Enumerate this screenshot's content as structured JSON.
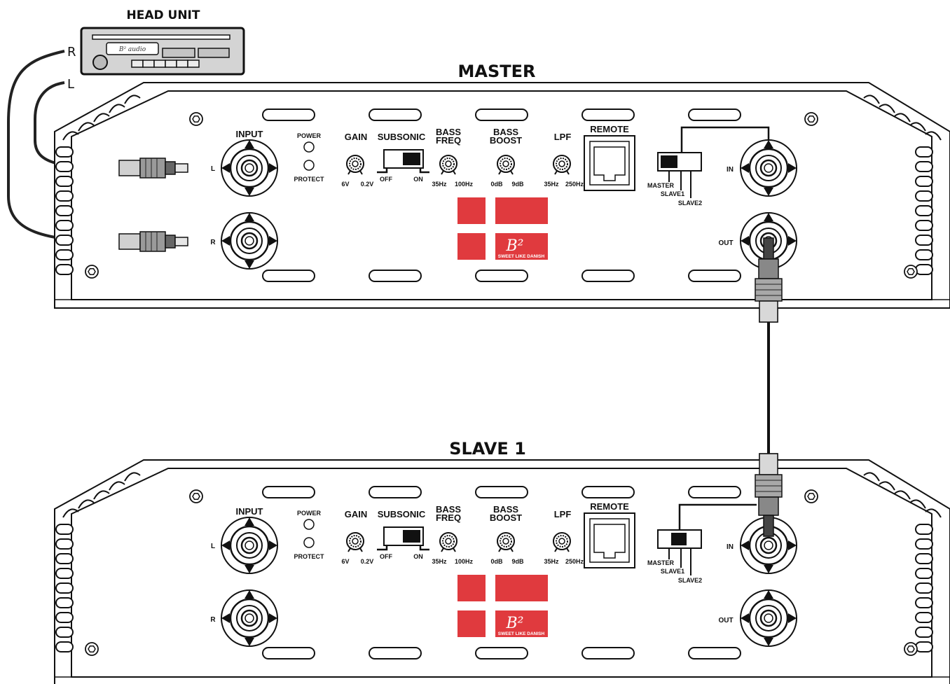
{
  "head_unit": {
    "title": "HEAD UNIT",
    "logo": "B² audio",
    "out_r": "R",
    "out_l": "L"
  },
  "colors": {
    "flag_red": "#e03a3e",
    "line": "#111111",
    "head_unit_fill": "#d4d4d4"
  },
  "amplifiers": [
    {
      "title": "MASTER",
      "input": "INPUT",
      "in_l": "L",
      "in_r": "R",
      "power": "POWER",
      "protect": "PROTECT",
      "gain": "GAIN",
      "gain_min": "6V",
      "gain_max": "0.2V",
      "subsonic": "SUBSONIC",
      "sub_off": "OFF",
      "sub_on": "ON",
      "bass_freq_1": "BASS",
      "bass_freq_2": "FREQ",
      "bf_min": "35Hz",
      "bf_max": "100Hz",
      "bass_boost_1": "BASS",
      "bass_boost_2": "BOOST",
      "bb_min": "0dB",
      "bb_max": "9dB",
      "lpf": "LPF",
      "lpf_min": "35Hz",
      "lpf_max": "250Hz",
      "remote": "REMOTE",
      "mode_master": "MASTER",
      "mode_slave1": "SLAVE1",
      "mode_slave2": "SLAVE2",
      "link_in": "IN",
      "link_out": "OUT",
      "brand": "B²",
      "tagline": "SWEET LIKE DANISH"
    },
    {
      "title": "SLAVE 1",
      "input": "INPUT",
      "in_l": "L",
      "in_r": "R",
      "power": "POWER",
      "protect": "PROTECT",
      "gain": "GAIN",
      "gain_min": "6V",
      "gain_max": "0.2V",
      "subsonic": "SUBSONIC",
      "sub_off": "OFF",
      "sub_on": "ON",
      "bass_freq_1": "BASS",
      "bass_freq_2": "FREQ",
      "bf_min": "35Hz",
      "bf_max": "100Hz",
      "bass_boost_1": "BASS",
      "bass_boost_2": "BOOST",
      "bb_min": "0dB",
      "bb_max": "9dB",
      "lpf": "LPF",
      "lpf_min": "35Hz",
      "lpf_max": "250Hz",
      "remote": "REMOTE",
      "mode_master": "MASTER",
      "mode_slave1": "SLAVE1",
      "mode_slave2": "SLAVE2",
      "link_in": "IN",
      "link_out": "OUT",
      "brand": "B²",
      "tagline": "SWEET LIKE DANISH"
    }
  ]
}
